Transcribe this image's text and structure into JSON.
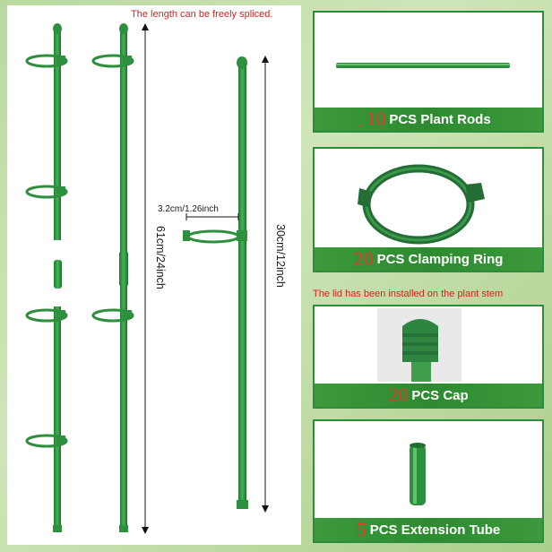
{
  "left": {
    "top_note": "The length can be freely spliced.",
    "dim_long": "61cm/24inch",
    "dim_short": "30cm/12inch",
    "dim_ring": "3.2cm/1.26inch"
  },
  "cards": [
    {
      "qty": "10",
      "label": "PCS Plant Rods"
    },
    {
      "qty": "20",
      "label": "PCS Clamping Ring"
    },
    {
      "qty": "20",
      "label": "PCS Cap"
    },
    {
      "qty": "5",
      "label": "PCS Extension Tube"
    }
  ],
  "lid_note": "The lid has been installed on the plant stem",
  "colors": {
    "green": "#2f8a3e",
    "red": "#e8372a",
    "bar": "#2d8a30"
  }
}
